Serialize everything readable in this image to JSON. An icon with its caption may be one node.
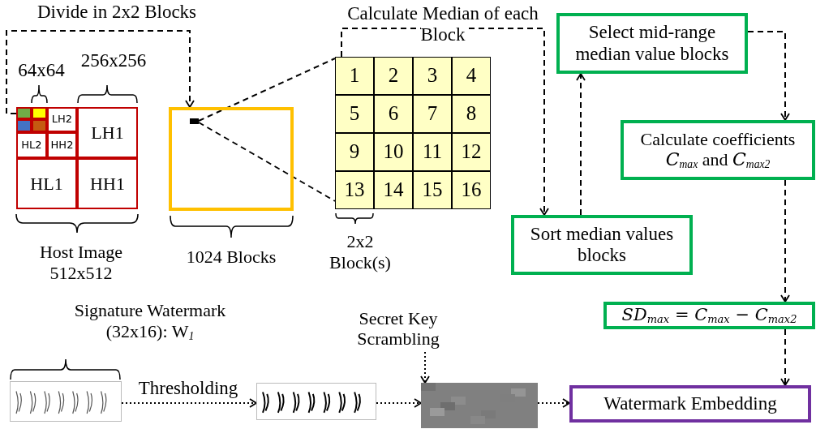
{
  "diagram": {
    "nodes": [
      {
        "text": [],
        "shape": "box",
        "beside": [
          "Host Image 512x512"
        ]
      },
      {
        "text": [],
        "shape": "box",
        "in": 0
      },
      {
        "text": [],
        "shape": "box",
        "in": 0
      },
      {
        "text": [],
        "shape": "box",
        "in": 0
      },
      {
        "text": [],
        "shape": "box",
        "in": 0
      },
      {
        "text": [
          "LH2"
        ],
        "in": 0
      },
      {
        "text": [
          "HL2"
        ],
        "in": 0
      },
      {
        "text": [
          "HH2"
        ],
        "in": 0
      },
      {
        "text": [
          "LH1"
        ],
        "in": 0
      },
      {
        "text": [
          "HL1"
        ],
        "in": 0
      },
      {
        "text": [
          "HH1"
        ],
        "in": 0
      },
      {
        "text": [],
        "shape": "box",
        "beside": [
          "1024 Blocks"
        ]
      },
      {
        "text": [],
        "shape": "box",
        "in": 11
      },
      {
        "text": [],
        "shape": "box",
        "beside": [
          "2x2 Block(s)"
        ]
      },
      {
        "text": [
          "1"
        ],
        "in": 13
      },
      {
        "text": [
          "2"
        ],
        "in": 13
      },
      {
        "text": [
          "3"
        ],
        "in": 13
      },
      {
        "text": [
          "4"
        ],
        "in": 13
      },
      {
        "text": [
          "5"
        ],
        "in": 13
      },
      {
        "text": [
          "6"
        ],
        "in": 13
      },
      {
        "text": [
          "7"
        ],
        "in": 13
      },
      {
        "text": [
          "8"
        ],
        "in": 13
      },
      {
        "text": [
          "9"
        ],
        "in": 13
      },
      {
        "text": [
          "10"
        ],
        "in": 13
      },
      {
        "text": [
          "11"
        ],
        "in": 13
      },
      {
        "text": [
          "12"
        ],
        "in": 13
      },
      {
        "text": [
          "13"
        ],
        "in": 13
      },
      {
        "text": [
          "14"
        ],
        "in": 13
      },
      {
        "text": [
          "15"
        ],
        "in": 13
      },
      {
        "text": [
          "16"
        ],
        "in": 13
      },
      {
        "text": [
          "Select mid-range median value blocks"
        ]
      },
      {
        "text": [
          "Calculate coefficients *C*$_{max}$ and *C*$_{max2}$"
        ]
      },
      {
        "text": [
          "Sort median values blocks"
        ]
      },
      {
        "text": [
          "*SD*$_{max}$ = *C*$_{max}$ − *C*$_{max2}$"
        ]
      },
      {
        "text": [
          "Watermark Embedding"
        ]
      },
      {
        "text": [],
        "shape": "picture",
        "beside": [
          "Signature Watermark (32x16): W$_{1}$"
        ]
      },
      {
        "text": [],
        "shape": "picture"
      },
      {
        "text": [],
        "shape": "picture"
      },
      {
        "text": [
          "Secret Key Scrambling"
        ]
      }
    ],
    "edges": [
      {
        "from": 0,
        "to": 11,
        "arrow": "to",
        "label": "Divide in 2x2 Blocks",
        "style": "dashed"
      },
      {
        "from": 12,
        "to": 13,
        "arrow": "none",
        "style": "dashed"
      },
      {
        "from": 12,
        "to": 13,
        "arrow": "none",
        "style": "dashed"
      },
      {
        "from": 13,
        "to": 32,
        "arrow": "to",
        "label": "Calculate Median of each Block",
        "style": "dashed"
      },
      {
        "from": 32,
        "to": 30,
        "arrow": "to",
        "style": "dashed"
      },
      {
        "from": 30,
        "to": 31,
        "arrow": "to",
        "style": "dashed"
      },
      {
        "from": 31,
        "to": 33,
        "arrow": "to",
        "style": "dashed"
      },
      {
        "from": 33,
        "to": 34,
        "arrow": "to",
        "style": "dashed"
      },
      {
        "from": 35,
        "to": 36,
        "arrow": "to",
        "label": "Thresholding",
        "style": "dashed"
      },
      {
        "from": 36,
        "to": 37,
        "arrow": "to",
        "style": "dashed"
      },
      {
        "from": 38,
        "to": 37,
        "arrow": "to",
        "style": "dashed"
      },
      {
        "from": 37,
        "to": 34,
        "arrow": "to",
        "style": "dashed"
      }
    ],
    "labels": [
      "64x64",
      "256x256"
    ]
  }
}
